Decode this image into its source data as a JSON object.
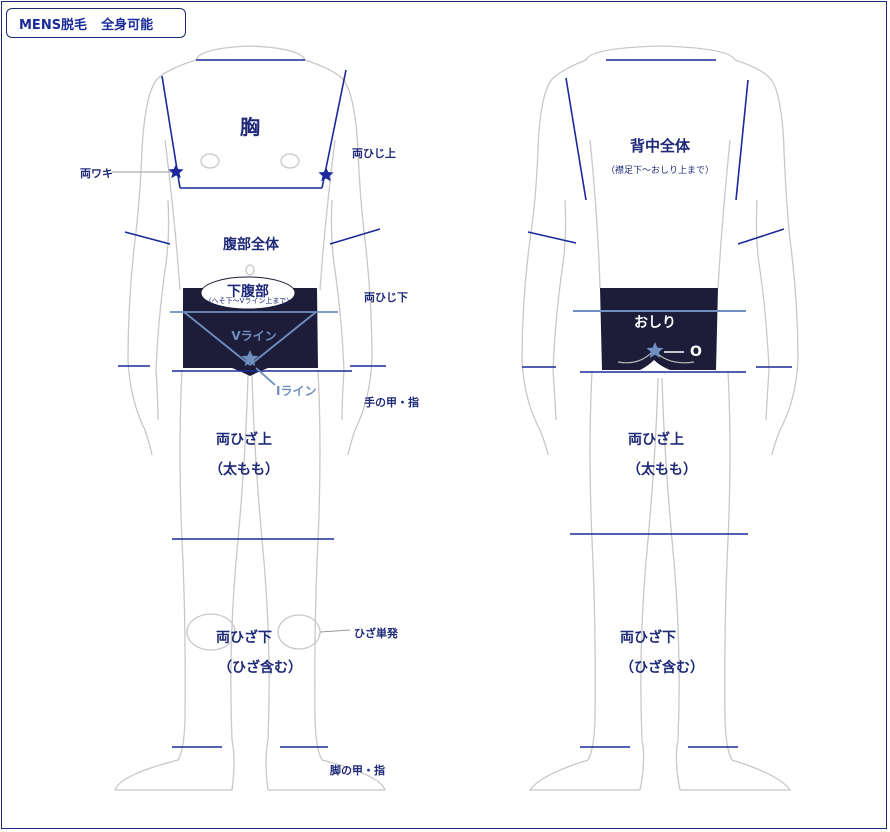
{
  "title": {
    "main": "MENS脱毛",
    "sub": "全身可能"
  },
  "colors": {
    "border": "#1a2a7a",
    "label": "#1e2a78",
    "line": "#1a2a9a",
    "light_line": "#6f8fc0",
    "briefs": "#1d1d3a",
    "outline": "#c8c8c8"
  },
  "front": {
    "chest": "胸",
    "armpits": "両ワキ",
    "upper_arm": "両ひじ上",
    "abdomen": "腹部全体",
    "lower_abdomen": "下腹部",
    "lower_abdomen_note": "(へそ下〜Vライン上まで)",
    "v_line": "Vライン",
    "i_line": "Iライン",
    "lower_arm": "両ひじ下",
    "hands": "手の甲・指",
    "thigh_line1": "両ひざ上",
    "thigh_line2": "（太もも）",
    "knee_single": "ひざ単発",
    "shin_line1": "両ひざ下",
    "shin_line2": "（ひざ含む）",
    "feet": "脚の甲・指"
  },
  "back": {
    "back_whole": "背中全体",
    "back_note": "（襟足下〜おしり上まで）",
    "buttocks": "おしり",
    "o_line": "O",
    "thigh_line1": "両ひざ上",
    "thigh_line2": "（太もも）",
    "shin_line1": "両ひざ下",
    "shin_line2": "（ひざ含む）"
  }
}
